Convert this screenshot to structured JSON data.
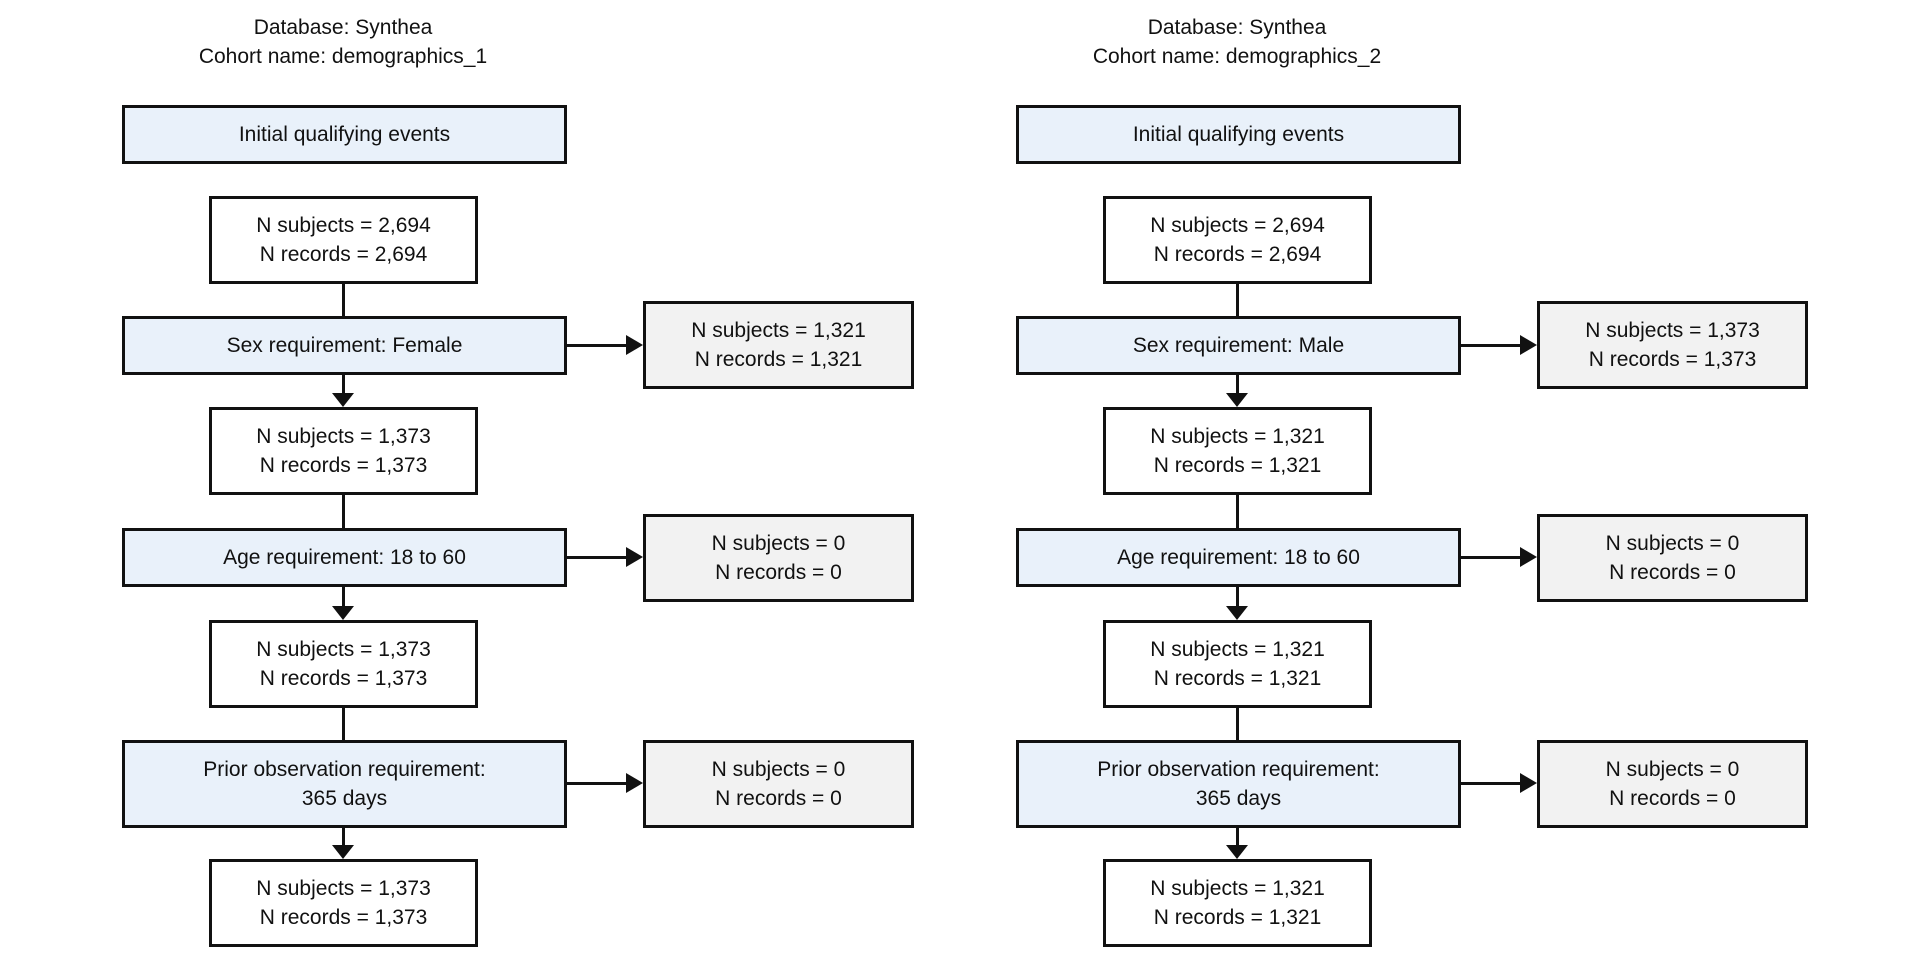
{
  "colors": {
    "page_bg": "#ffffff",
    "stage_fill": "#e9f1fa",
    "count_fill": "#ffffff",
    "excluded_fill": "#f2f2f2",
    "border": "#111111",
    "line": "#111111",
    "text": "#111111"
  },
  "diagram": {
    "columns": [
      {
        "header": {
          "line1": "Database: Synthea",
          "line2": "Cohort name: demographics_1"
        },
        "initial": {
          "label": "Initial qualifying events"
        },
        "counts": [
          {
            "line1": "N subjects = 2,694",
            "line2": "N records = 2,694"
          },
          {
            "line1": "N subjects = 1,373",
            "line2": "N records = 1,373"
          },
          {
            "line1": "N subjects = 1,373",
            "line2": "N records = 1,373"
          },
          {
            "line1": "N subjects = 1,373",
            "line2": "N records = 1,373"
          }
        ],
        "stages": [
          {
            "line1": "Sex requirement: Female",
            "line2": "",
            "excluded": {
              "line1": "N subjects = 1,321",
              "line2": "N records = 1,321"
            }
          },
          {
            "line1": "Age requirement: 18 to 60",
            "line2": "",
            "excluded": {
              "line1": "N subjects = 0",
              "line2": "N records = 0"
            }
          },
          {
            "line1": "Prior observation requirement:",
            "line2": "365 days",
            "excluded": {
              "line1": "N subjects = 0",
              "line2": "N records = 0"
            }
          }
        ]
      },
      {
        "header": {
          "line1": "Database: Synthea",
          "line2": "Cohort name: demographics_2"
        },
        "initial": {
          "label": "Initial qualifying events"
        },
        "counts": [
          {
            "line1": "N subjects = 2,694",
            "line2": "N records = 2,694"
          },
          {
            "line1": "N subjects = 1,321",
            "line2": "N records = 1,321"
          },
          {
            "line1": "N subjects = 1,321",
            "line2": "N records = 1,321"
          },
          {
            "line1": "N subjects = 1,321",
            "line2": "N records = 1,321"
          }
        ],
        "stages": [
          {
            "line1": "Sex requirement: Male",
            "line2": "",
            "excluded": {
              "line1": "N subjects = 1,373",
              "line2": "N records = 1,373"
            }
          },
          {
            "line1": "Age requirement: 18 to 60",
            "line2": "",
            "excluded": {
              "line1": "N subjects = 0",
              "line2": "N records = 0"
            }
          },
          {
            "line1": "Prior observation requirement:",
            "line2": "365 days",
            "excluded": {
              "line1": "N subjects = 0",
              "line2": "N records = 0"
            }
          }
        ]
      }
    ]
  }
}
